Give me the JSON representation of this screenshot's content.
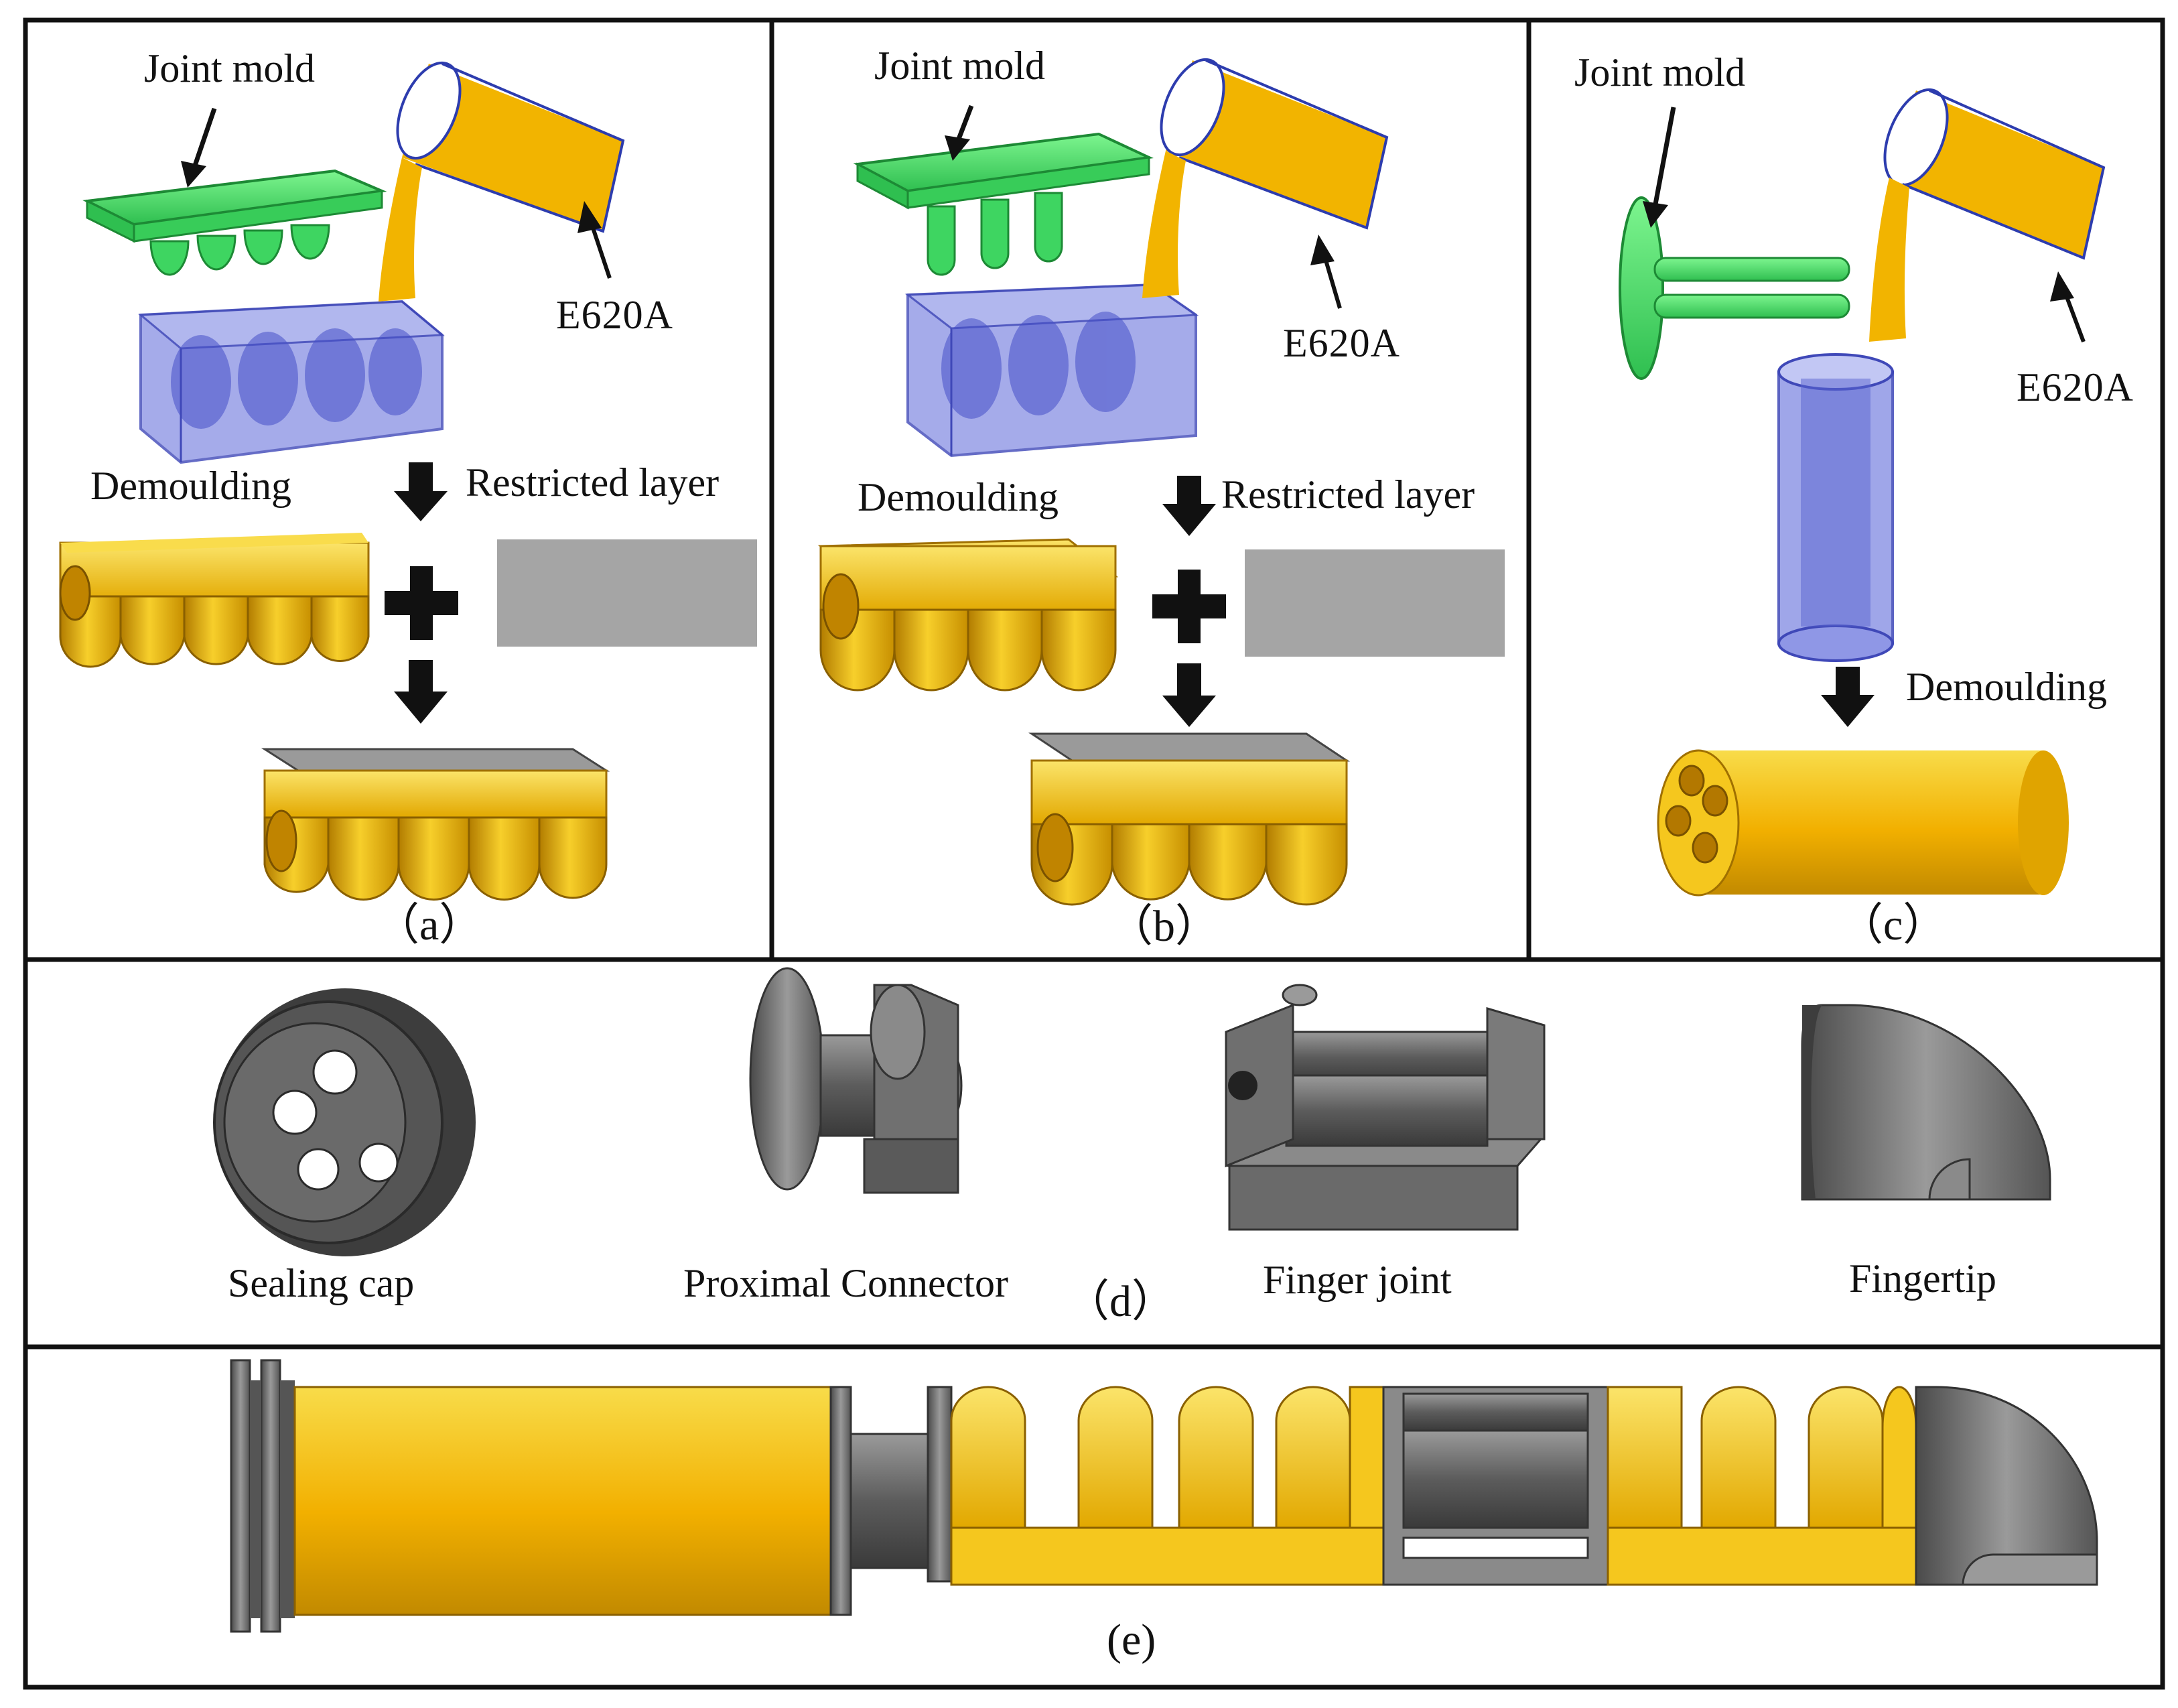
{
  "panels": {
    "a": {
      "tag": "（a）",
      "joint_mold": "Joint mold",
      "material": "E620A",
      "demoulding": "Demoulding",
      "restricted_layer": "Restricted layer"
    },
    "b": {
      "tag": "（b）",
      "joint_mold": "Joint mold",
      "material": "E620A",
      "demoulding": "Demoulding",
      "restricted_layer": "Restricted layer"
    },
    "c": {
      "tag": "（c）",
      "joint_mold": "Joint mold",
      "material": "E620A",
      "demoulding": "Demoulding"
    },
    "d": {
      "tag": "（d）",
      "parts": [
        "Sealing cap",
        "Proximal Connector",
        "Finger joint",
        "Fingertip"
      ]
    },
    "e": {
      "tag": "(e)"
    }
  },
  "colors": {
    "mold_green": "#46e36a",
    "mold_dark_green": "#2aa844",
    "container_blue": "#8f97e6",
    "silicone_yellow": "#f2b400",
    "part_yellow": "#f5c71e",
    "restricted_gray": "#a5a5a5",
    "part_gray": "#6a6a6a",
    "frame": "#111111"
  }
}
